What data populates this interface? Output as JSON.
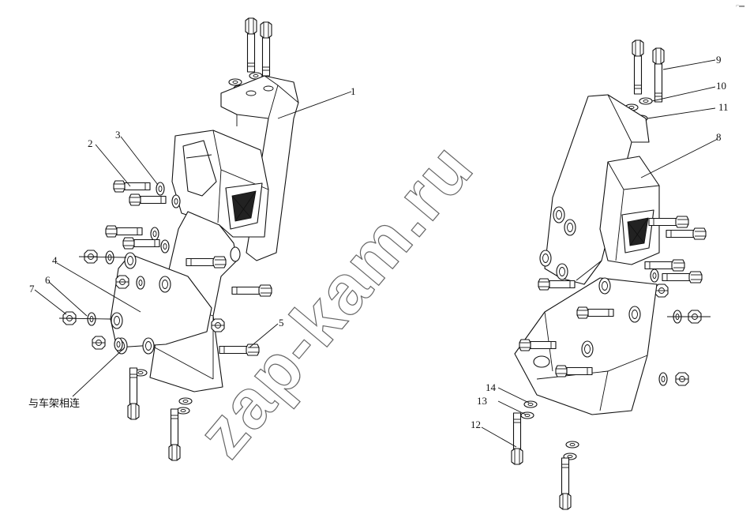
{
  "watermark": {
    "text": "zap-kam.ru"
  },
  "corner_mark": "⌐▬",
  "left_assembly": {
    "callouts": [
      {
        "id": "1",
        "label": "1"
      },
      {
        "id": "2",
        "label": "2"
      },
      {
        "id": "3",
        "label": "3"
      },
      {
        "id": "4",
        "label": "4"
      },
      {
        "id": "5",
        "label": "5"
      },
      {
        "id": "6",
        "label": "6"
      },
      {
        "id": "7",
        "label": "7"
      }
    ],
    "note": "与车架相连"
  },
  "right_assembly": {
    "callouts": [
      {
        "id": "8",
        "label": "8"
      },
      {
        "id": "9",
        "label": "9"
      },
      {
        "id": "10",
        "label": "10"
      },
      {
        "id": "11",
        "label": "11"
      },
      {
        "id": "12",
        "label": "12"
      },
      {
        "id": "13",
        "label": "13"
      },
      {
        "id": "14",
        "label": "14"
      }
    ]
  }
}
